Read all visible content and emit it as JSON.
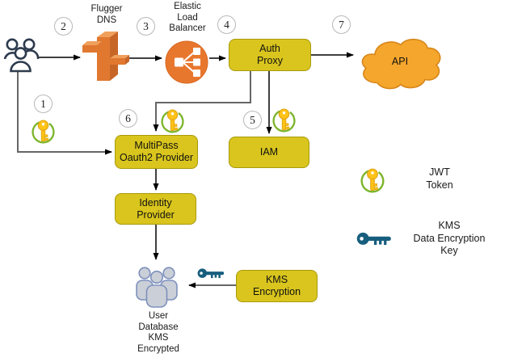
{
  "nodes": {
    "flugger_dns": {
      "label": "Flugger\nDNS"
    },
    "elastic_lb": {
      "label": "Elastic\nLoad\nBalancer"
    },
    "auth_proxy": {
      "label": "Auth\nProxy"
    },
    "api": {
      "label": "API"
    },
    "multipass": {
      "label": "MultiPass\nOauth2 Provider"
    },
    "iam": {
      "label": "IAM"
    },
    "identity_provider": {
      "label": "Identity\nProvider"
    },
    "kms_encryption": {
      "label": "KMS\nEncryption"
    },
    "user_database": {
      "label": "User\nDatabase\nKMS\nEncrypted"
    }
  },
  "steps": [
    "1",
    "2",
    "3",
    "4",
    "5",
    "6",
    "7"
  ],
  "legend": {
    "jwt": {
      "icon": "jwt-token-key-icon",
      "label": "JWT\nToken"
    },
    "kms": {
      "icon": "kms-data-encryption-key-icon",
      "label": "KMS\nData Encryption\nKey"
    }
  },
  "icons": {
    "users": "users-outline-icon",
    "dns": "router-3d-icon",
    "elb": "load-balancer-icon",
    "api": "cloud-icon",
    "jwt": "gold-key-in-green-ring-icon",
    "kms": "teal-key-icon",
    "user_db": "user-group-icon"
  },
  "colors": {
    "node-fill": "#d9c51d",
    "node-border": "#a89a0c",
    "cloud-fill": "#f5a62c",
    "cloud-border": "#d7861b",
    "dns-orange": "#e0782f",
    "dns-orange-light": "#f0a05c",
    "dns-orange-dark": "#c76527",
    "elb-orange": "#e8772e",
    "jwt-gold": "#ffc217",
    "jwt-gold-dark": "#dfa713",
    "jwt-ring-green": "#7cb52b",
    "kms-teal": "#175e7e",
    "userdb-fill": "#cbcfd7",
    "userdb-stroke": "#7d90bd",
    "users-outline": "#2e3b4e",
    "connector-gray": "#666666",
    "connector-black": "#000000"
  }
}
